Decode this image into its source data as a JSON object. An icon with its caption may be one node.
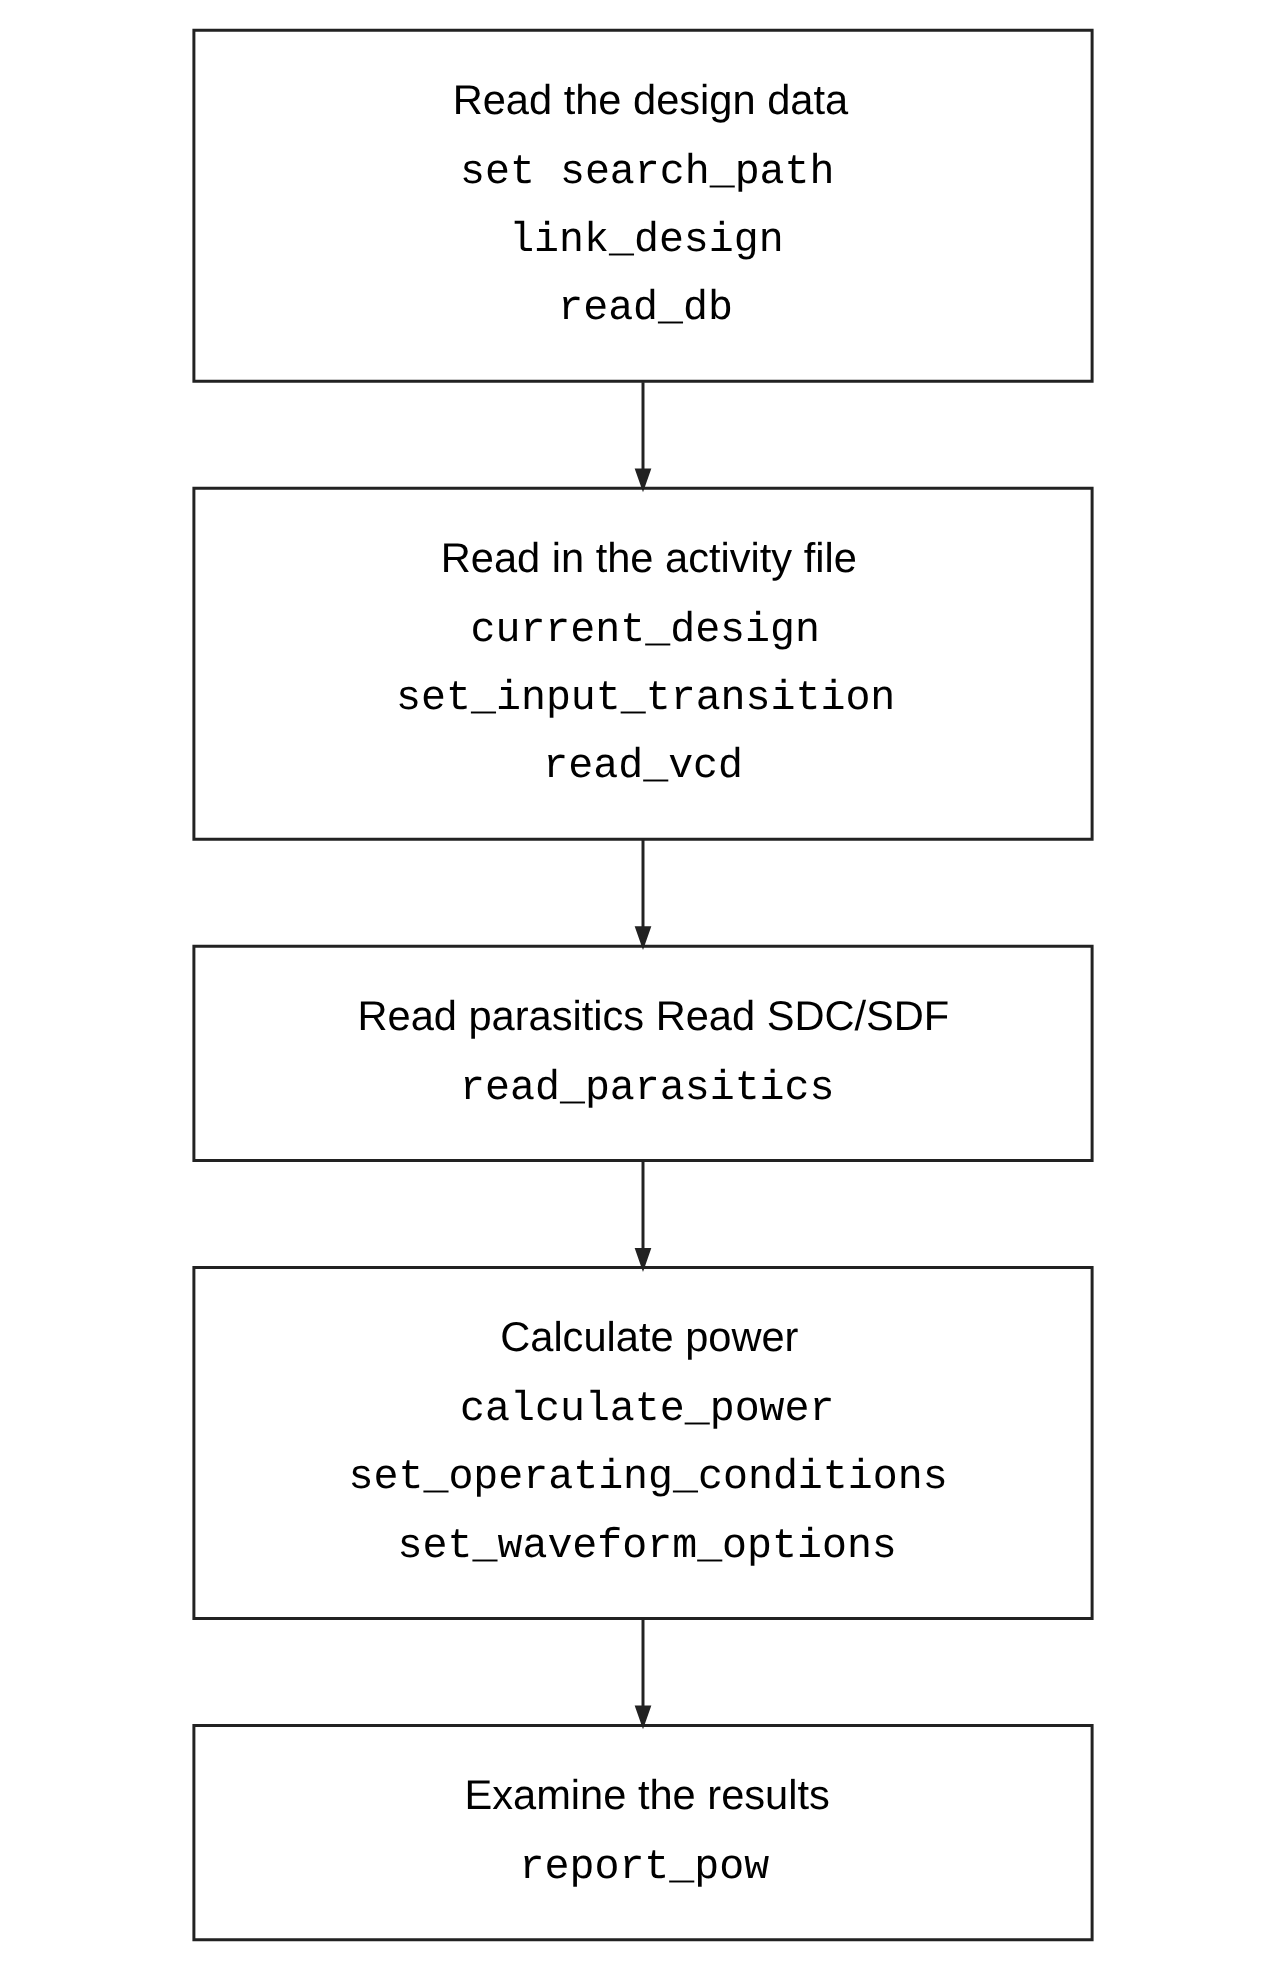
{
  "diagram": {
    "nodes": [
      {
        "text": [
          "Read the design data",
          "set search_path",
          "link_design",
          "read_db"
        ]
      },
      {
        "text": [
          "Read in the activity file",
          "current_design",
          "set_input_transition",
          "read_vcd"
        ]
      },
      {
        "text": [
          "Read parasitics Read SDC/SDF",
          "read_parasitics"
        ]
      },
      {
        "text": [
          "Calculate power",
          "calculate_power",
          "set_operating_conditions",
          "set_waveform_options"
        ]
      },
      {
        "text": [
          "Examine the results",
          "report_pow"
        ]
      }
    ],
    "edges": [
      {
        "from": 0,
        "to": 1,
        "arrow": "to"
      },
      {
        "from": 1,
        "to": 2,
        "arrow": "to"
      },
      {
        "from": 2,
        "to": 3,
        "arrow": "to"
      },
      {
        "from": 3,
        "to": 4,
        "arrow": "to"
      }
    ]
  }
}
